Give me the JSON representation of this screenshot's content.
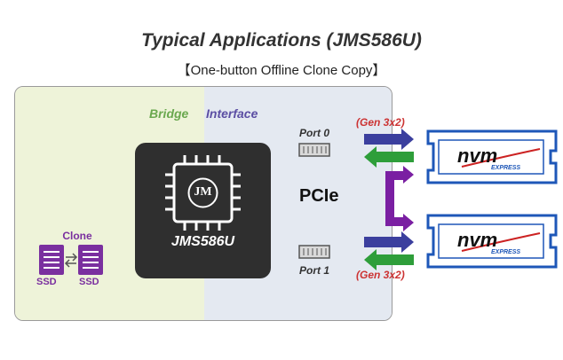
{
  "title": "Typical Applications (JMS586U)",
  "subtitle": "【One-button Offline Clone Copy】",
  "zones": {
    "bridge": "Bridge",
    "interface": "Interface"
  },
  "chip": {
    "logo": "JM",
    "name": "JMS586U"
  },
  "clone": {
    "label": "Clone",
    "ssd1": "SSD",
    "ssd2": "SSD"
  },
  "ports": {
    "port0": "Port 0",
    "port1": "Port 1"
  },
  "bus": {
    "label": "PCIe"
  },
  "links": {
    "top": "(Gen 3x2)",
    "bottom": "(Gen 3x2)"
  },
  "drives": [
    {
      "brand": "nvm",
      "sub": "EXPRESS"
    },
    {
      "brand": "nvm",
      "sub": "EXPRESS"
    }
  ],
  "colors": {
    "bridge_bg": "#eef3d9",
    "interface_bg": "#e4e9f1",
    "bridge_text": "#6aa84f",
    "interface_text": "#5b4ea3",
    "chip": "#2f2f2f",
    "clone": "#7a2f9f",
    "arrow_out": "#3b3f9e",
    "arrow_in": "#2e9e3a",
    "pcie_link": "#7a1fa2",
    "gen_text": "#cc3333",
    "drive_border": "#1e57b8"
  }
}
